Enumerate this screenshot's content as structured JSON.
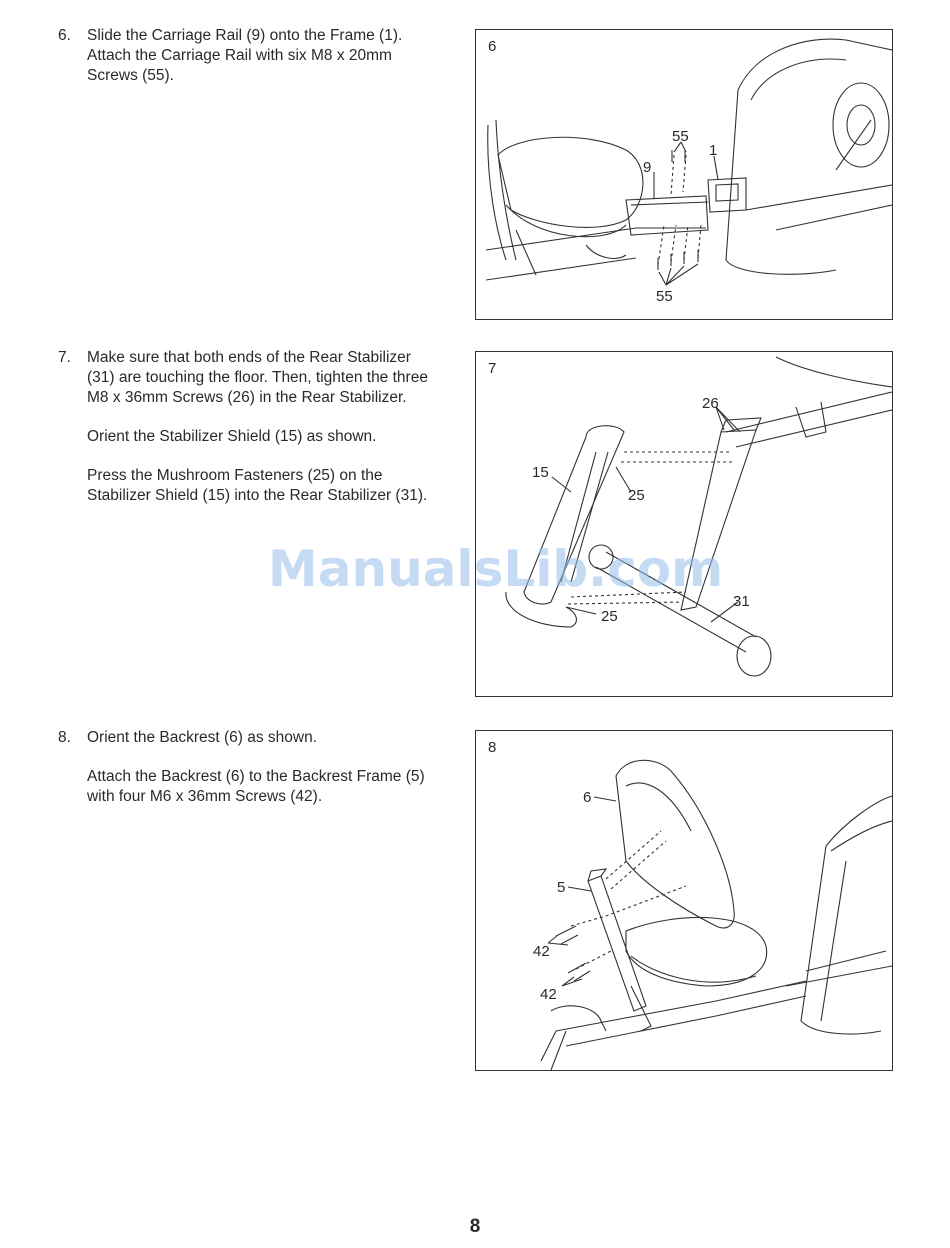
{
  "steps": [
    {
      "number": "6.",
      "paragraphs": [
        "Slide the Carriage Rail (9) onto the Frame (1). Attach the Carriage Rail with six M8 x 20mm Screws (55)."
      ]
    },
    {
      "number": "7.",
      "paragraphs": [
        "Make sure that both ends of the Rear Stabilizer (31) are touching the floor. Then, tighten the three M8 x 36mm Screws (26) in the Rear Stabilizer.",
        "Orient the Stabilizer Shield (15) as shown.",
        "Press the Mushroom Fasteners (25) on the Stabilizer Shield (15) into the Rear Stabilizer (31)."
      ]
    },
    {
      "number": "8.",
      "paragraphs": [
        "Orient the Backrest (6) as shown.",
        "Attach the Backrest (6) to the Backrest Frame (5) with four M6 x 36mm Screws (42)."
      ]
    }
  ],
  "figures": [
    {
      "label": "6",
      "callouts": {
        "a": "55",
        "b": "9",
        "c": "1",
        "d": "55"
      }
    },
    {
      "label": "7",
      "callouts": {
        "a": "26",
        "b": "15",
        "c": "25",
        "d": "31",
        "e": "25"
      }
    },
    {
      "label": "8",
      "callouts": {
        "a": "6",
        "b": "5",
        "c": "42",
        "d": "42"
      }
    }
  ],
  "watermark": "ManualsLib.com",
  "page_number": "8"
}
